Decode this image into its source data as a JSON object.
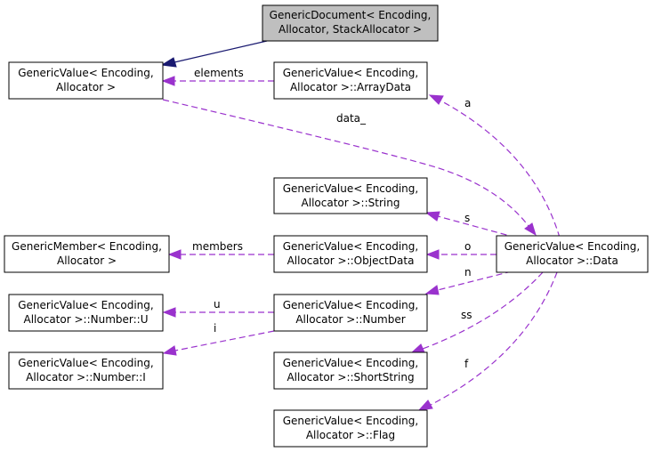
{
  "nodes": {
    "generic_document": [
      "GenericDocument< Encoding,",
      "Allocator, StackAllocator >"
    ],
    "generic_value": [
      "GenericValue< Encoding,",
      "Allocator >"
    ],
    "array_data": [
      "GenericValue< Encoding,",
      "Allocator >::ArrayData"
    ],
    "string": [
      "GenericValue< Encoding,",
      "Allocator >::String"
    ],
    "generic_member": [
      "GenericMember< Encoding,",
      "Allocator >"
    ],
    "object_data": [
      "GenericValue< Encoding,",
      "Allocator >::ObjectData"
    ],
    "data": [
      "GenericValue< Encoding,",
      "Allocator >::Data"
    ],
    "number_u": [
      "GenericValue< Encoding,",
      "Allocator >::Number::U"
    ],
    "number": [
      "GenericValue< Encoding,",
      "Allocator >::Number"
    ],
    "number_i": [
      "GenericValue< Encoding,",
      "Allocator >::Number::I"
    ],
    "short_string": [
      "GenericValue< Encoding,",
      "Allocator >::ShortString"
    ],
    "flag": [
      "GenericValue< Encoding,",
      "Allocator >::Flag"
    ]
  },
  "edge_labels": {
    "elements": "elements",
    "data_": "data_",
    "a": "a",
    "s": "s",
    "members": "members",
    "o": "o",
    "n": "n",
    "u": "u",
    "i": "i",
    "ss": "ss",
    "f": "f"
  },
  "colors": {
    "inheritance_edge": "#191970",
    "member_edge": "#9a32cd",
    "highlight_fill": "#bfbfbf"
  }
}
